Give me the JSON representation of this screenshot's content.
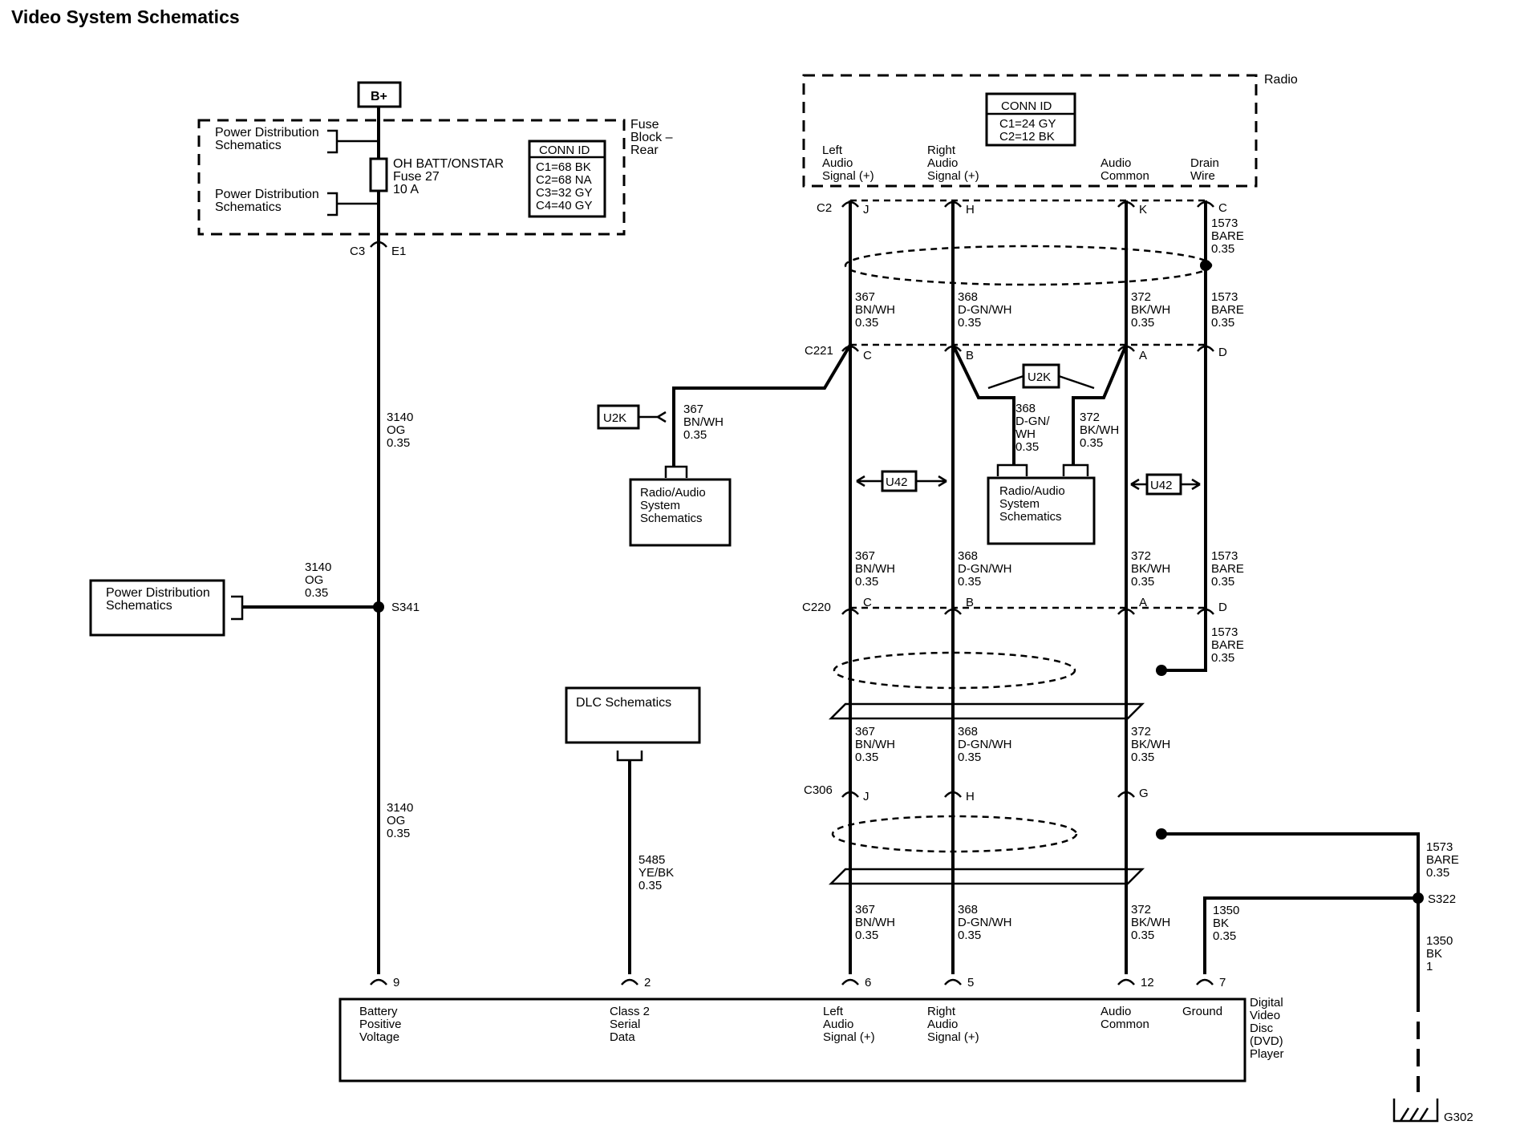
{
  "title": "Video System Schematics",
  "battery": {
    "label": "B+"
  },
  "fuse_block": {
    "name_lines": [
      "Fuse",
      "Block –",
      "Rear"
    ],
    "ref1_lines": [
      "Power Distribution",
      "Schematics"
    ],
    "ref2_lines": [
      "Power Distribution",
      "Schematics"
    ],
    "fuse_lines": [
      "OH BATT/ONSTAR",
      "Fuse 27",
      "10 A"
    ],
    "conn_id": {
      "title": "CONN ID",
      "lines": [
        "C1=68 BK",
        "C2=68 NA",
        "C3=32 GY",
        "C4=40 GY"
      ]
    },
    "connector": "C3",
    "pin": "E1"
  },
  "power_wire": {
    "upper_lines": [
      "3140",
      "OG",
      "0.35"
    ],
    "branch_lines": [
      "3140",
      "OG",
      "0.35"
    ],
    "lower_lines": [
      "3140",
      "OG",
      "0.35"
    ],
    "splice": "S341",
    "ref_lines": [
      "Power Distribution",
      "Schematics"
    ]
  },
  "radio": {
    "name": "Radio",
    "conn_id": {
      "title": "CONN ID",
      "lines": [
        "C1=24 GY",
        "C2=12 BK"
      ]
    },
    "pins": [
      {
        "label_lines": [
          "Left",
          "Audio",
          "Signal (+)"
        ],
        "pin": "J"
      },
      {
        "label_lines": [
          "Right",
          "Audio",
          "Signal (+)"
        ],
        "pin": "H"
      },
      {
        "label_lines": [
          "Audio",
          "Common"
        ],
        "pin": "K"
      },
      {
        "label_lines": [
          "Drain",
          "Wire"
        ],
        "pin": "C"
      }
    ],
    "connector": "C2"
  },
  "wires": {
    "drain_top": [
      "1573",
      "BARE",
      "0.35"
    ],
    "c2_c221": [
      [
        "367",
        "BN/WH",
        "0.35"
      ],
      [
        "368",
        "D-GN/WH",
        "0.35"
      ],
      [
        "372",
        "BK/WH",
        "0.35"
      ],
      [
        "1573",
        "BARE",
        "0.35"
      ]
    ],
    "c221_c220": [
      [
        "367",
        "BN/WH",
        "0.35"
      ],
      [
        "368",
        "D-GN/WH",
        "0.35"
      ],
      [
        "372",
        "BK/WH",
        "0.35"
      ],
      [
        "1573",
        "BARE",
        "0.35"
      ]
    ],
    "drain_c220": [
      "1573",
      "BARE",
      "0.35"
    ],
    "c220_c306": [
      [
        "367",
        "BN/WH",
        "0.35"
      ],
      [
        "368",
        "D-GN/WH",
        "0.35"
      ],
      [
        "372",
        "BK/WH",
        "0.35"
      ]
    ],
    "c306_dvd": [
      [
        "367",
        "BN/WH",
        "0.35"
      ],
      [
        "368",
        "D-GN/WH",
        "0.35"
      ],
      [
        "372",
        "BK/WH",
        "0.35"
      ]
    ],
    "drain_right": [
      "1573",
      "BARE",
      "0.35"
    ],
    "ground_branch": [
      "1350",
      "BK",
      "0.35"
    ],
    "ground_main": [
      "1350",
      "BK",
      "1"
    ],
    "dlc_wire": [
      "5485",
      "YE/BK",
      "0.35"
    ]
  },
  "c221": {
    "name": "C221",
    "pins": [
      "C",
      "B",
      "A",
      "D"
    ],
    "u2k_left": "U2K",
    "u2k_middle": "U2K",
    "left_branch": [
      "367",
      "BN/WH",
      "0.35"
    ],
    "mid_branch1": [
      "368",
      "D-GN/",
      "WH",
      "0.35"
    ],
    "mid_branch2": [
      "372",
      "BK/WH",
      "0.35"
    ],
    "ref_left_lines": [
      "Radio/Audio",
      "System",
      "Schematics"
    ],
    "ref_mid_lines": [
      "Radio/Audio",
      "System",
      "Schematics"
    ]
  },
  "u42_left": "U42",
  "u42_right": "U42",
  "c220": {
    "name": "C220",
    "pins": [
      "C",
      "B",
      "A",
      "D"
    ]
  },
  "c306": {
    "name": "C306",
    "pins": [
      "J",
      "H",
      "G"
    ]
  },
  "dlc": {
    "ref": "DLC Schematics"
  },
  "splice_ground": "S322",
  "ground": "G302",
  "dvd": {
    "name_lines": [
      "Digital",
      "Video",
      "Disc",
      "(DVD)",
      "Player"
    ],
    "pins": [
      {
        "pin": "9",
        "label_lines": [
          "Battery",
          "Positive",
          "Voltage"
        ]
      },
      {
        "pin": "2",
        "label_lines": [
          "Class 2",
          "Serial",
          "Data"
        ]
      },
      {
        "pin": "6",
        "label_lines": [
          "Left",
          "Audio",
          "Signal (+)"
        ]
      },
      {
        "pin": "5",
        "label_lines": [
          "Right",
          "Audio",
          "Signal (+)"
        ]
      },
      {
        "pin": "12",
        "label_lines": [
          "Audio",
          "Common"
        ]
      },
      {
        "pin": "7",
        "label_lines": [
          "Ground"
        ]
      }
    ]
  }
}
